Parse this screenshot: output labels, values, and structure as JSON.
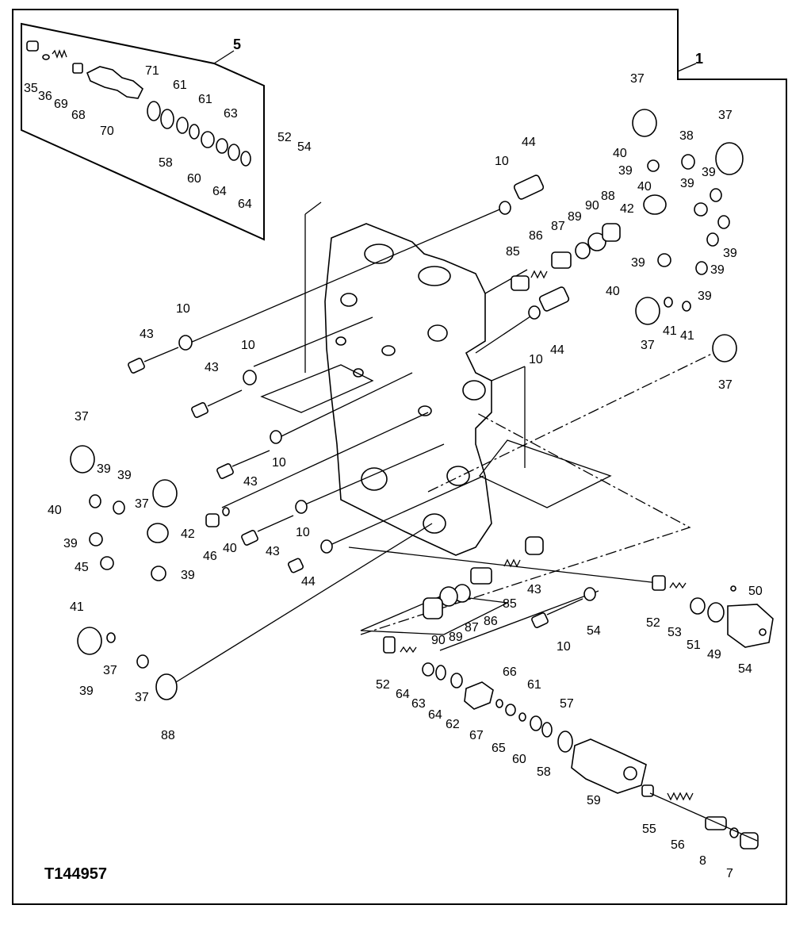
{
  "figure_code": "T144957",
  "assembly_refs": [
    "1",
    "5"
  ],
  "part_labels": [
    "35",
    "36",
    "69",
    "68",
    "70",
    "71",
    "61",
    "61",
    "63",
    "58",
    "60",
    "64",
    "64",
    "52",
    "54",
    "10",
    "44",
    "37",
    "40",
    "39",
    "38",
    "37",
    "39",
    "40",
    "42",
    "39",
    "39",
    "39",
    "39",
    "39",
    "85",
    "86",
    "87",
    "89",
    "90",
    "88",
    "40",
    "37",
    "41",
    "41",
    "37",
    "10",
    "44",
    "43",
    "10",
    "43",
    "10",
    "43",
    "10",
    "43",
    "10",
    "44",
    "37",
    "39",
    "39",
    "40",
    "37",
    "42",
    "39",
    "39",
    "45",
    "46",
    "40",
    "41",
    "37",
    "39",
    "37",
    "88",
    "90",
    "89",
    "87",
    "86",
    "85",
    "43",
    "10",
    "54",
    "52",
    "53",
    "50",
    "51",
    "49",
    "54",
    "52",
    "64",
    "63",
    "64",
    "62",
    "67",
    "66",
    "65",
    "60",
    "61",
    "58",
    "57",
    "59",
    "55",
    "56",
    "8",
    "7"
  ]
}
